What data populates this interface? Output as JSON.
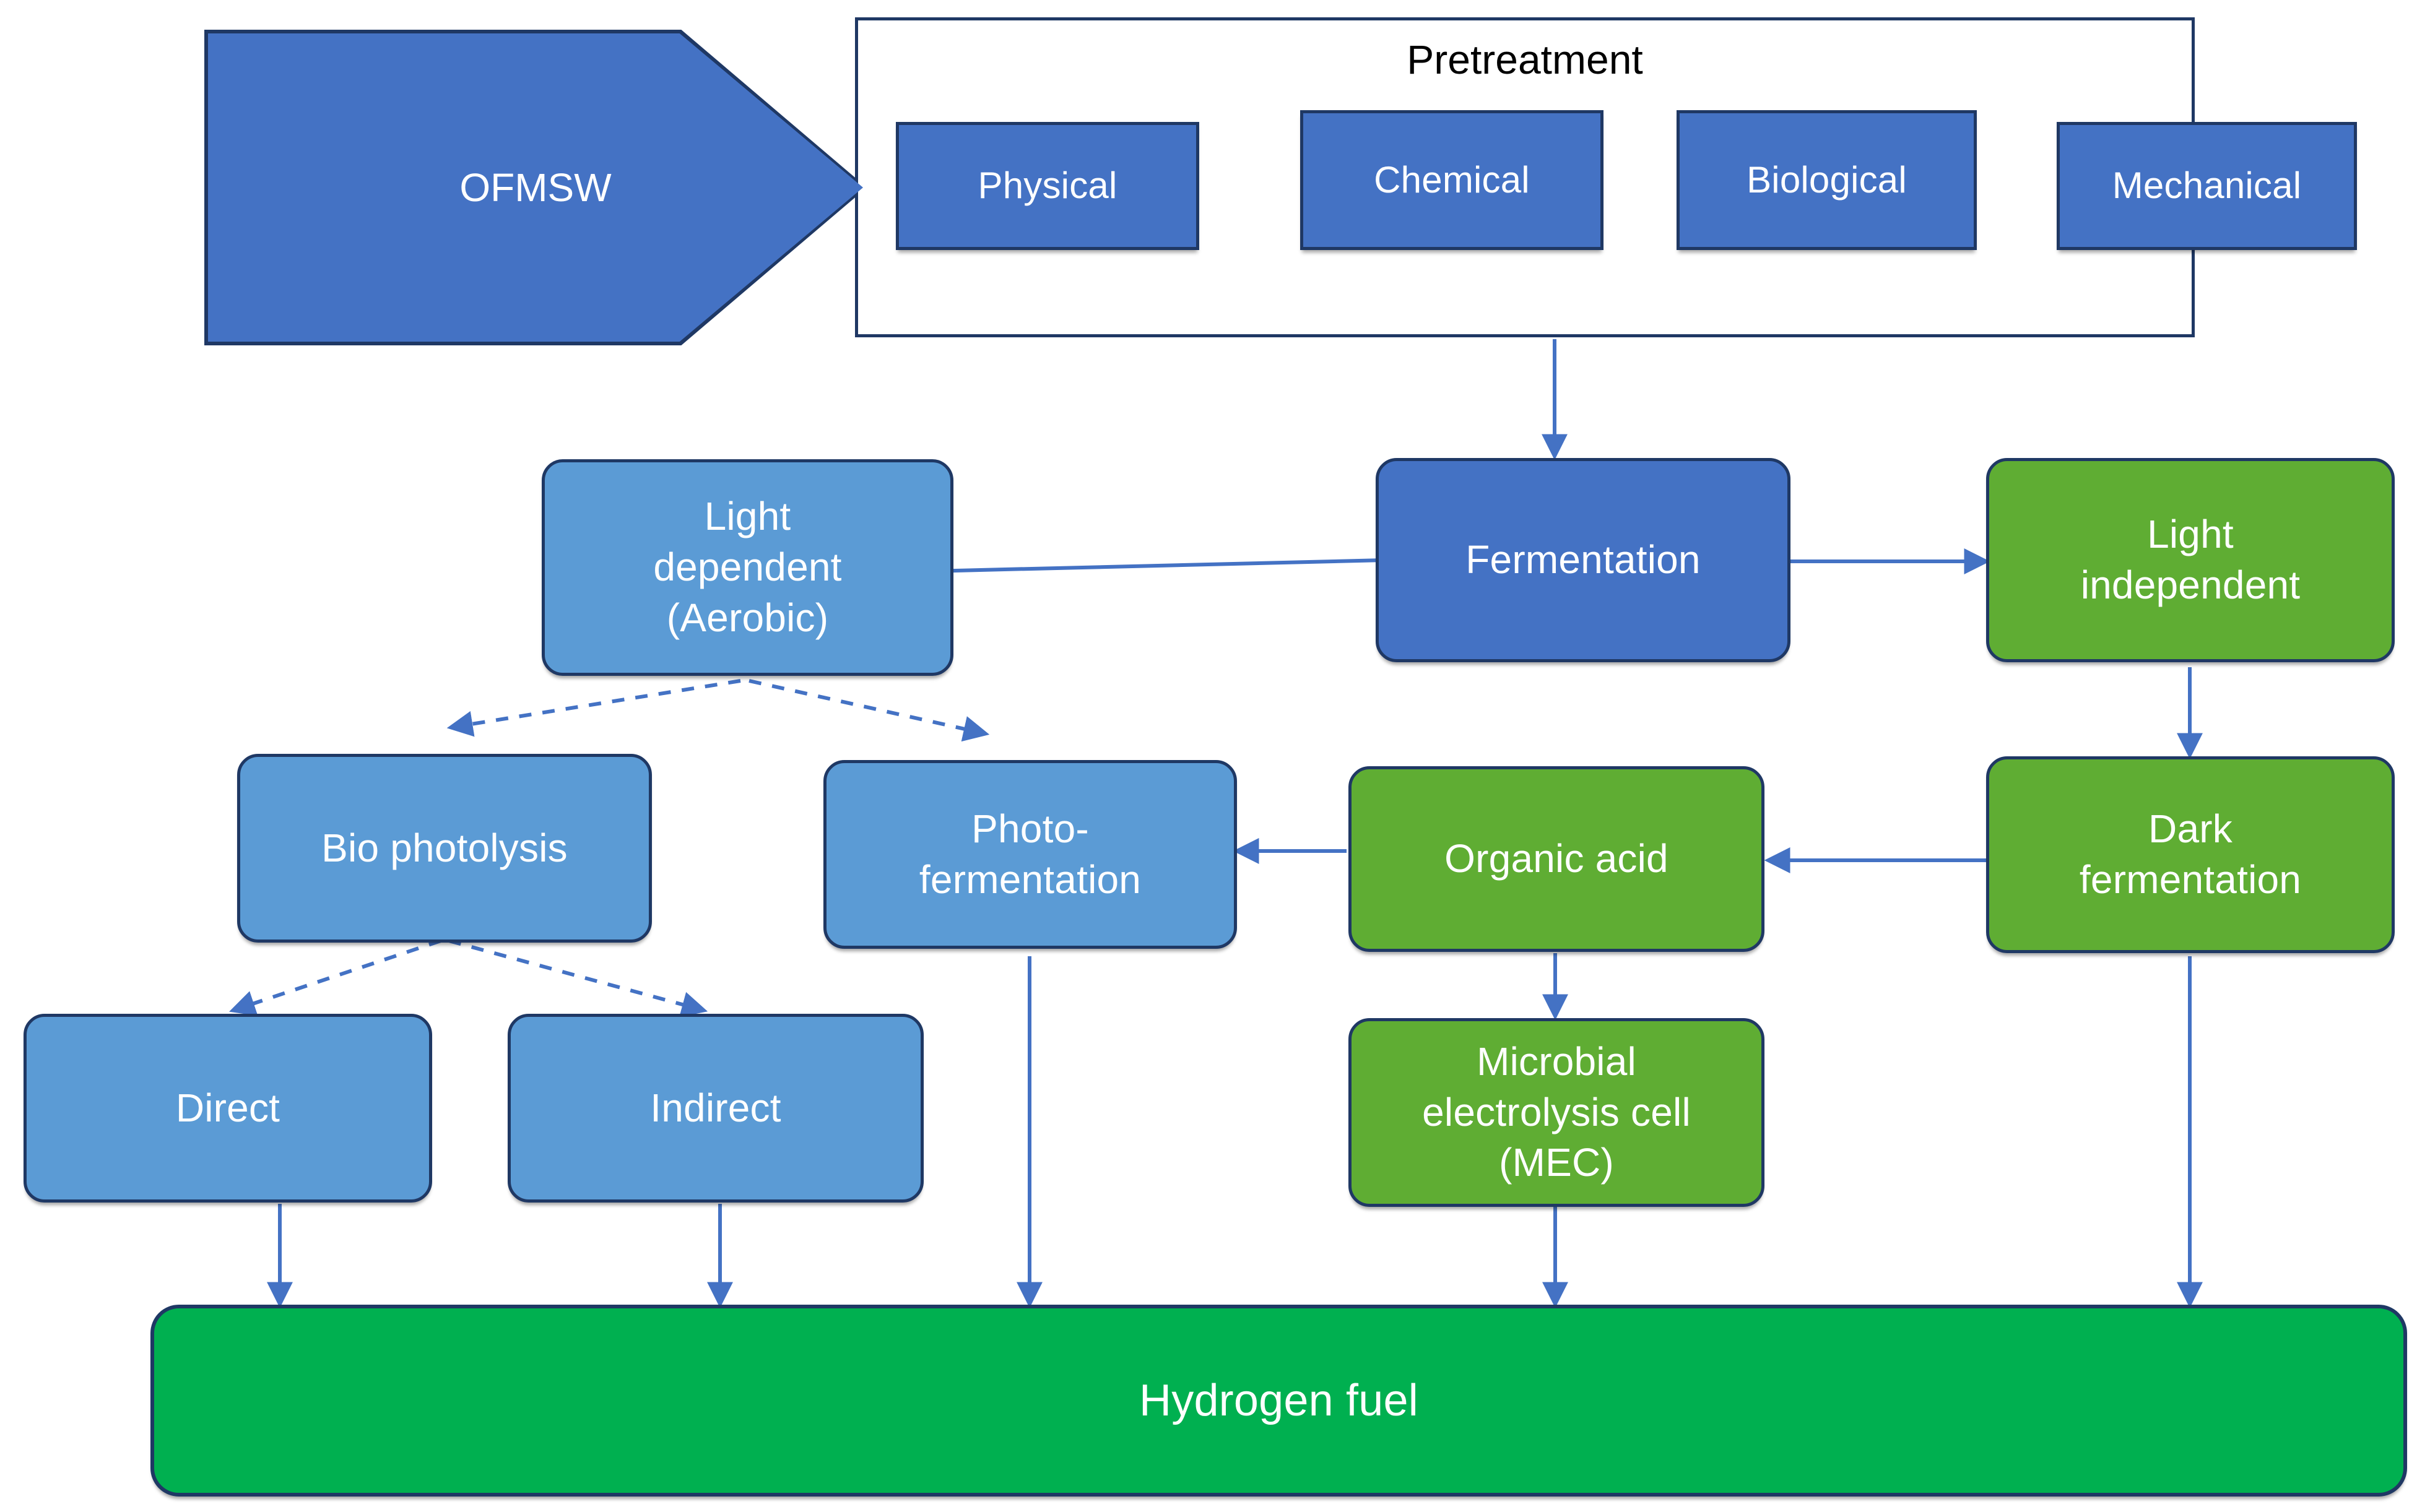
{
  "diagram": {
    "title_text": "",
    "colors": {
      "blue_dark": "#4472C4",
      "blue_light": "#5B9BD5",
      "green": "#5FAD33",
      "green_bright": "#00B050",
      "outline": "#1F3864",
      "arrow": "#4472C4",
      "background": "#FFFFFF",
      "text_on_fill": "#FFFFFF",
      "text_plain": "#000000"
    },
    "feedstock": {
      "label": "OFMSW"
    },
    "pretreatment": {
      "title": "Pretreatment",
      "methods": [
        {
          "label": "Physical"
        },
        {
          "label": "Chemical"
        },
        {
          "label": "Biological"
        },
        {
          "label": "Mechanical"
        }
      ]
    },
    "process_nodes": {
      "fermentation": {
        "label": "Fermentation"
      },
      "light_dependent": {
        "label": "Light\ndependent\n(Aerobic)"
      },
      "light_independent": {
        "label": "Light\nindependent"
      },
      "bio_photolysis": {
        "label": "Bio photolysis"
      },
      "photo_fermentation": {
        "label": "Photo-\nfermentation"
      },
      "organic_acid": {
        "label": "Organic acid"
      },
      "dark_fermentation": {
        "label": "Dark\nfermentation"
      },
      "direct": {
        "label": "Direct"
      },
      "indirect": {
        "label": "Indirect"
      },
      "mec": {
        "label": "Microbial\nelectrolysis cell\n(MEC)"
      }
    },
    "product": {
      "label": "Hydrogen fuel"
    },
    "edges": [
      {
        "from": "pretreatment",
        "to": "fermentation",
        "style": "solid"
      },
      {
        "from": "fermentation",
        "to": "light_dependent",
        "style": "solid"
      },
      {
        "from": "fermentation",
        "to": "light_independent",
        "style": "solid"
      },
      {
        "from": "light_dependent",
        "to": "bio_photolysis",
        "style": "dashed"
      },
      {
        "from": "light_dependent",
        "to": "photo_fermentation",
        "style": "dashed"
      },
      {
        "from": "light_independent",
        "to": "dark_fermentation",
        "style": "solid"
      },
      {
        "from": "dark_fermentation",
        "to": "organic_acid",
        "style": "solid"
      },
      {
        "from": "organic_acid",
        "to": "photo_fermentation",
        "style": "solid"
      },
      {
        "from": "organic_acid",
        "to": "mec",
        "style": "solid"
      },
      {
        "from": "bio_photolysis",
        "to": "direct",
        "style": "dashed"
      },
      {
        "from": "bio_photolysis",
        "to": "indirect",
        "style": "dashed"
      },
      {
        "from": "direct",
        "to": "product",
        "style": "solid"
      },
      {
        "from": "indirect",
        "to": "product",
        "style": "solid"
      },
      {
        "from": "photo_fermentation",
        "to": "product",
        "style": "solid"
      },
      {
        "from": "mec",
        "to": "product",
        "style": "solid"
      },
      {
        "from": "dark_fermentation",
        "to": "product",
        "style": "solid"
      }
    ]
  }
}
